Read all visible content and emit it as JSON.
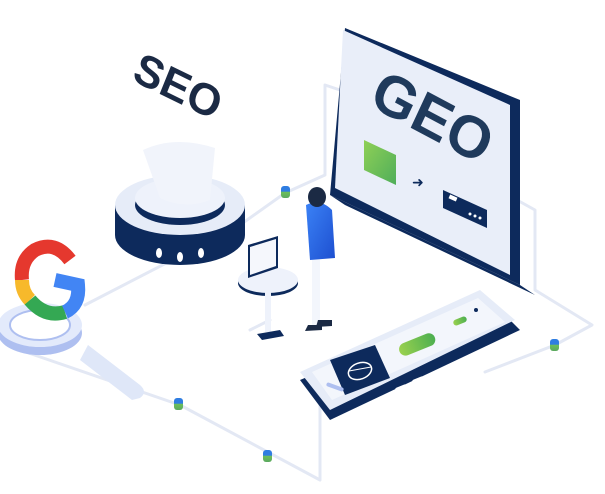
{
  "illustration": {
    "seo_label": "SEO",
    "geo_label": "GEO",
    "google_logo_letter": "G"
  },
  "colors": {
    "navy": "#0d2a5c",
    "light_panel": "#e9eef9",
    "pale": "#f3f6fc",
    "line": "#e3e8f4",
    "green": "#7cc04f",
    "blue_accent": "#2f7de1",
    "google_red": "#e5382e",
    "google_yellow": "#f7b92b",
    "google_green": "#34a853",
    "google_blue": "#4285f4",
    "person_shirt": "#2e6fe0"
  },
  "icons": [
    "google-g-icon",
    "magnifier-icon",
    "seo-hub-icon",
    "geo-monitor-icon",
    "arrow-right-icon",
    "server-icon",
    "smartphone-icon",
    "globe-icon",
    "desk-computer-icon",
    "person-icon",
    "database-node-icon"
  ]
}
